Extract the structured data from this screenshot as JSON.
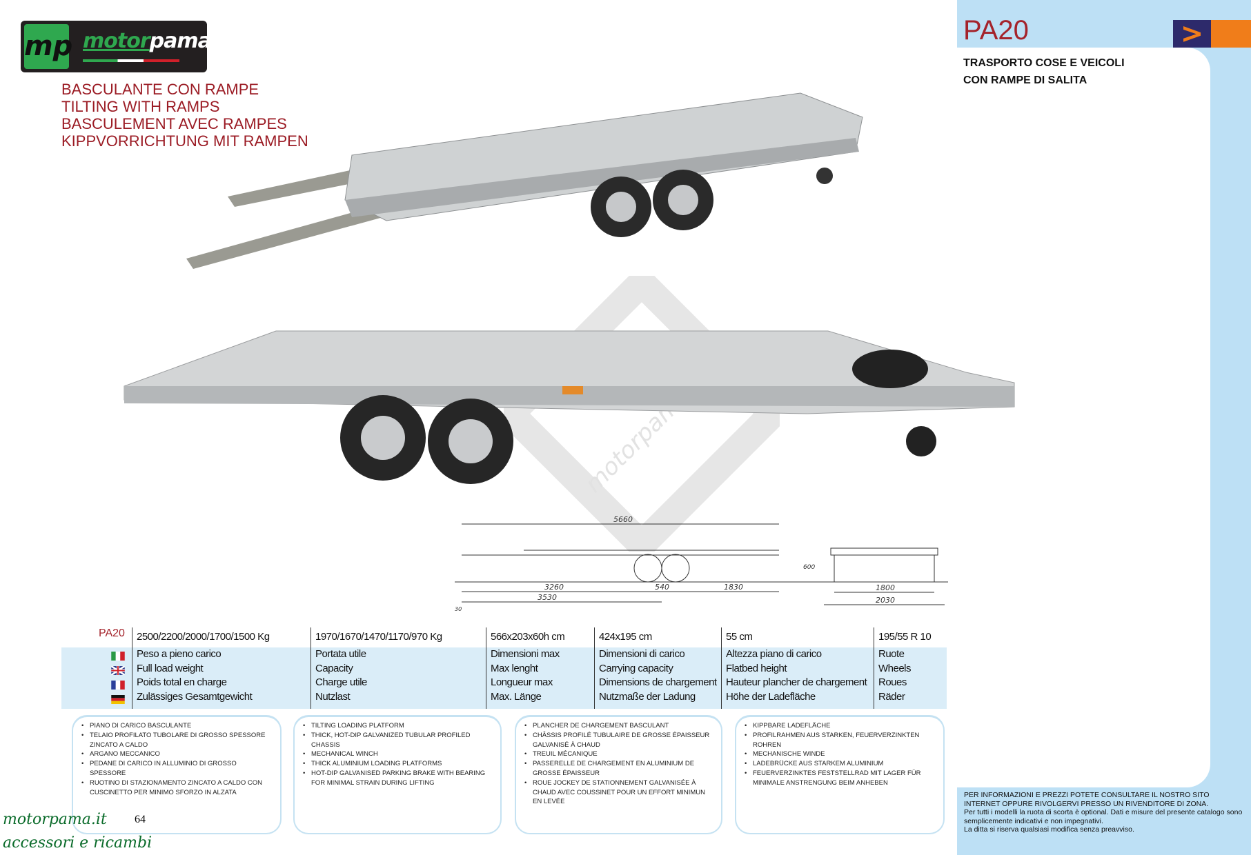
{
  "brand": {
    "logo_mark": "mp",
    "logo_word_green": "motor",
    "logo_word_white": "pama"
  },
  "headings": [
    "BASCULANTE CON RAMPE",
    "TILTING WITH RAMPS",
    "BASCULEMENT AVEC RAMPES",
    "KIPPVORRICHTUNG MIT RAMPEN"
  ],
  "product": {
    "code": "PA20",
    "subtitle_1": "TRASPORTO COSE E VEICOLI",
    "subtitle_2": "CON RAMPE DI SALITA",
    "nav_arrow": ">"
  },
  "colors": {
    "accent_red": "#a4232b",
    "panel_blue": "#bde0f5",
    "nav_navy": "#2d2a6b",
    "nav_orange": "#f07d1a",
    "brand_green": "#2fa84f"
  },
  "watermark": "motorpama.it",
  "drawing": {
    "dims": [
      "5660",
      "600",
      "3260",
      "540",
      "1830",
      "3530",
      "30",
      "1800",
      "2030"
    ]
  },
  "table": {
    "code": "PA20",
    "flags": [
      "it-flag",
      "uk-flag",
      "fr-flag",
      "de-flag"
    ],
    "columns": [
      {
        "value": "2500/2200/2000/1700/1500 Kg",
        "labels": [
          "Peso a pieno carico",
          "Full load weight",
          "Poids total en charge",
          "Zulässiges Gesamtgewicht"
        ]
      },
      {
        "value": "1970/1670/1470/1170/970 Kg",
        "labels": [
          "Portata utile",
          "Capacity",
          "Charge utile",
          "Nutzlast"
        ]
      },
      {
        "value": "566x203x60h cm",
        "labels": [
          "Dimensioni max",
          "Max lenght",
          "Longueur max",
          "Max. Länge"
        ]
      },
      {
        "value": "424x195 cm",
        "labels": [
          "Dimensioni di carico",
          "Carrying capacity",
          "Dimensions de chargement",
          "Nutzmaße der Ladung"
        ]
      },
      {
        "value": "55 cm",
        "labels": [
          "Altezza piano di carico",
          "Flatbed height",
          "Hauteur plancher de chargement",
          "Höhe der Ladefläche"
        ]
      },
      {
        "value": "195/55 R 10",
        "labels": [
          "Ruote",
          "Wheels",
          "Roues",
          "Räder"
        ]
      }
    ]
  },
  "features": [
    [
      "PIANO DI CARICO BASCULANTE",
      "TELAIO PROFILATO TUBOLARE DI GROSSO SPESSORE ZINCATO A CALDO",
      "ARGANO MECCANICO",
      "PEDANE DI CARICO IN ALLUMINIO DI GROSSO SPESSORE",
      "RUOTINO DI STAZIONAMENTO ZINCATO A CALDO CON CUSCINETTO PER MINIMO SFORZO IN ALZATA"
    ],
    [
      "TILTING LOADING PLATFORM",
      "THICK, HOT-DIP GALVANIZED TUBULAR PROFILED CHASSIS",
      "MECHANICAL WINCH",
      "THICK ALUMINIUM LOADING PLATFORMS",
      "HOT-DIP GALVANISED PARKING BRAKE WITH BEARING FOR MINIMAL STRAIN DURING LIFTING"
    ],
    [
      "PLANCHER DE CHARGEMENT BASCULANT",
      "CHÂSSIS PROFILÉ TUBULAIRE DE GROSSE ÉPAISSEUR GALVANISÉ À CHAUD",
      "TREUIL MÉCANIQUE",
      "PASSERELLE DE CHARGEMENT EN ALUMINIUM DE GROSSE ÉPAISSEUR",
      "ROUE JOCKEY DE STATIONNEMENT GALVANISÉE À CHAUD AVEC COUSSINET POUR UN EFFORT MINIMUN EN LEVÉE"
    ],
    [
      "KIPPBARE LADEFLÄCHE",
      "PROFILRAHMEN AUS STARKEN, FEUERVERZINKTEN ROHREN",
      "MECHANISCHE WINDE",
      "LADEBRÜCKE AUS STARKEM ALUMINIUM",
      "FEUERVERZINKTES FESTSTELLRAD MIT LAGER FÜR MINIMALE ANSTRENGUNG BEIM ANHEBEN"
    ]
  ],
  "info": {
    "upper": "PER INFORMAZIONI E PREZZI POTETE CONSULTARE IL NOSTRO SITO INTERNET OPPURE RIVOLGERVI PRESSO UN RIVENDITORE DI ZONA.",
    "line2": "Per tutti i modelli la ruota di scorta è optional. Dati e misure del presente catalogo sono semplicemente indicativi e non impegnativi.",
    "line3": "La ditta si riserva qualsiasi modifica senza preavviso."
  },
  "footer": {
    "site": "motorpama.it",
    "tagline": "accessori e ricambi",
    "page_number": "64"
  }
}
